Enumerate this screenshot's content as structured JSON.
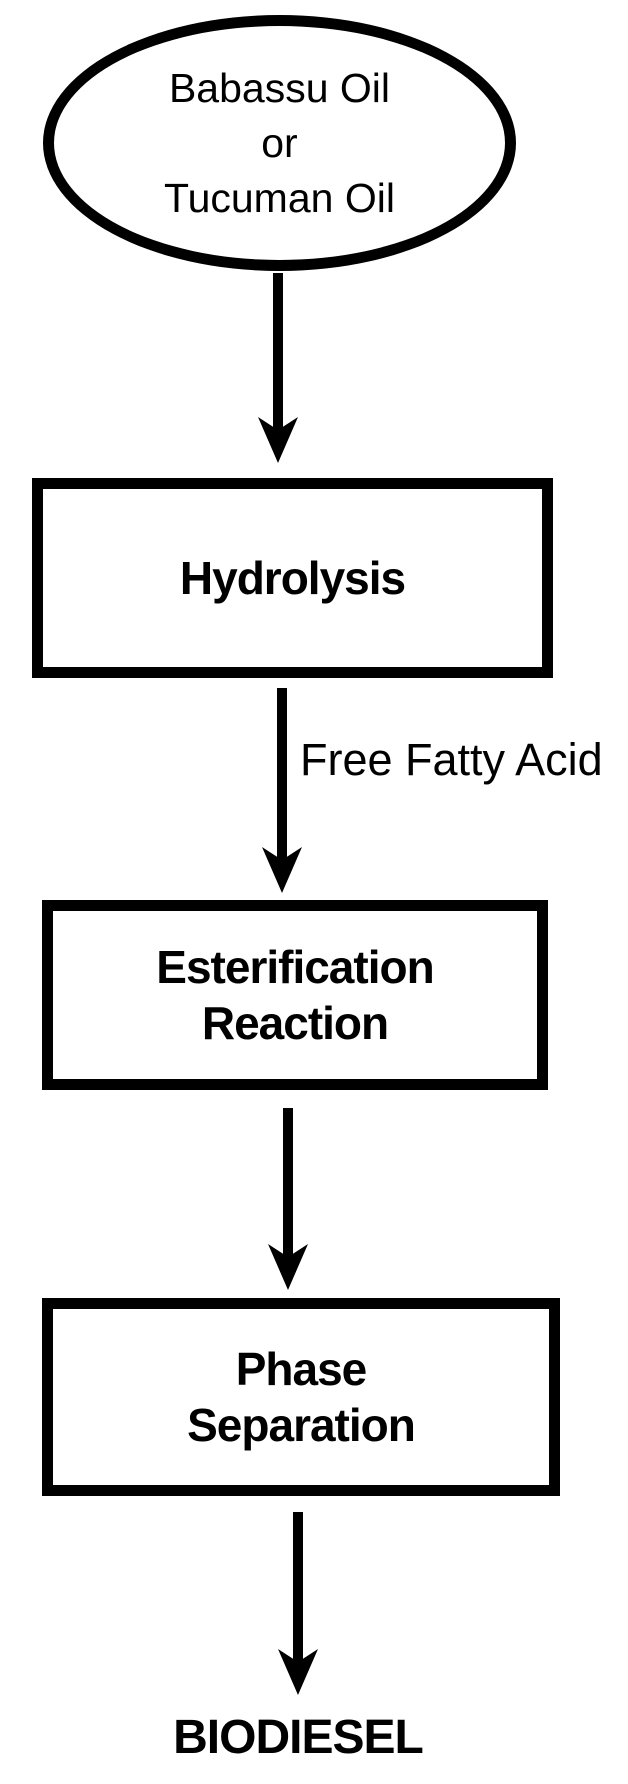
{
  "flow": {
    "source": {
      "lines": [
        "Babassu Oil",
        "or",
        "Tucuman Oil"
      ]
    },
    "steps": [
      {
        "id": "hydrolysis",
        "lines": [
          "Hydrolysis"
        ]
      },
      {
        "id": "esterification",
        "lines": [
          "Esterification",
          "Reaction"
        ]
      },
      {
        "id": "phase",
        "lines": [
          "Phase",
          "Separation"
        ]
      }
    ],
    "connections": [
      {
        "from": "source",
        "to": "hydrolysis",
        "label": ""
      },
      {
        "from": "hydrolysis",
        "to": "esterification",
        "label": "Free Fatty Acid"
      },
      {
        "from": "esterification",
        "to": "phase",
        "label": ""
      },
      {
        "from": "phase",
        "to": "output",
        "label": ""
      }
    ],
    "output": "BIODIESEL"
  },
  "colors": {
    "stroke": "#000000",
    "background": "#ffffff",
    "text": "#000000"
  }
}
